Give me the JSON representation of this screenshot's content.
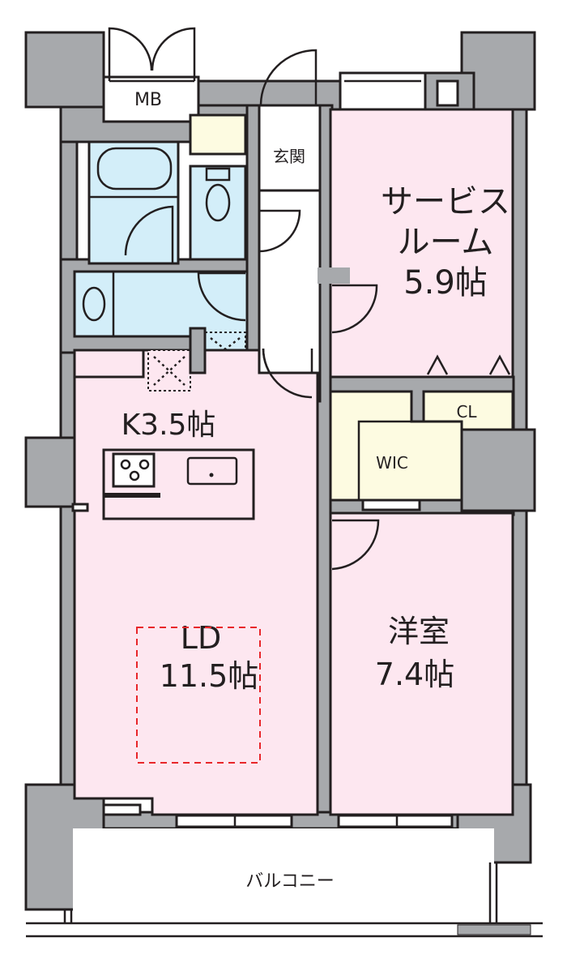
{
  "floor_plan": {
    "rooms": {
      "meter_box": "MB",
      "entrance": "玄関",
      "service_room_line1": "サービス",
      "service_room_line2": "ルーム",
      "service_room_size": "5.9帖",
      "kitchen": "K3.5帖",
      "walk_in_closet": "WIC",
      "closet": "CL",
      "living_dining": "LD",
      "living_dining_size": "11.5帖",
      "western_room": "洋室",
      "western_room_size": "7.4帖",
      "balcony": "バルコニー"
    },
    "colors": {
      "wall": "#a7a9ac",
      "living_rooms": "#fde7f0",
      "wet_areas": "#d3eef9",
      "storage": "#fdfbe1",
      "floor_heating_marker": "#e8262a"
    }
  }
}
